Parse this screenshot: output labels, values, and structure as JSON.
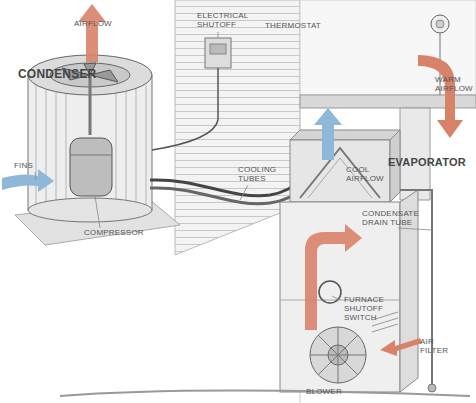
{
  "diagram": {
    "labels": [
      "ELECTRICAL SHUTOFF",
      "AIRFLOW",
      "THERMOSTAT",
      "CONDENSER",
      "WARM AIRFLOW",
      "EVAPORATOR",
      "FINS",
      "COOL AIRFLOW",
      "COOLING TUBES",
      "CONDENSATE DRAIN TUBE",
      "COMPRESSOR",
      "FURNACE SHUTOFF SWITCH",
      "AIR FILTER",
      "BLOWER"
    ]
  }
}
